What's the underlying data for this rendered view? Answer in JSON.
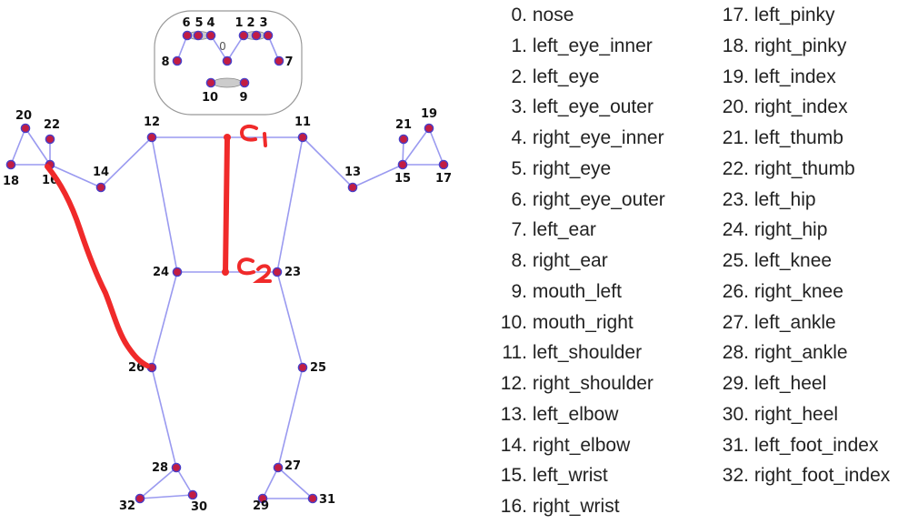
{
  "landmark_count": 33,
  "colors": {
    "skeleton_line": "#9a9af0",
    "landmark_fill": "#c21d43",
    "landmark_stroke": "#4a3fc7",
    "annotation": "#f02a2a",
    "face_panel_stroke": "#999999",
    "mouth_eye_fill": "#cccccc"
  },
  "landmarks": [
    {
      "id": 0,
      "name": "nose",
      "label": "0"
    },
    {
      "id": 1,
      "name": "left_eye_inner",
      "label": "1"
    },
    {
      "id": 2,
      "name": "left_eye",
      "label": "2"
    },
    {
      "id": 3,
      "name": "left_eye_outer",
      "label": "3"
    },
    {
      "id": 4,
      "name": "right_eye_inner",
      "label": "4"
    },
    {
      "id": 5,
      "name": "right_eye",
      "label": "5"
    },
    {
      "id": 6,
      "name": "right_eye_outer",
      "label": "6"
    },
    {
      "id": 7,
      "name": "left_ear",
      "label": "7"
    },
    {
      "id": 8,
      "name": "right_ear",
      "label": "8"
    },
    {
      "id": 9,
      "name": "mouth_left",
      "label": "9"
    },
    {
      "id": 10,
      "name": "mouth_right",
      "label": "10"
    },
    {
      "id": 11,
      "name": "left_shoulder",
      "label": "11"
    },
    {
      "id": 12,
      "name": "right_shoulder",
      "label": "12"
    },
    {
      "id": 13,
      "name": "left_elbow",
      "label": "13"
    },
    {
      "id": 14,
      "name": "right_elbow",
      "label": "14"
    },
    {
      "id": 15,
      "name": "left_wrist",
      "label": "15"
    },
    {
      "id": 16,
      "name": "right_wrist",
      "label": "16"
    },
    {
      "id": 17,
      "name": "left_pinky",
      "label": "17"
    },
    {
      "id": 18,
      "name": "right_pinky",
      "label": "18"
    },
    {
      "id": 19,
      "name": "left_index",
      "label": "19"
    },
    {
      "id": 20,
      "name": "right_index",
      "label": "20"
    },
    {
      "id": 21,
      "name": "left_thumb",
      "label": "21"
    },
    {
      "id": 22,
      "name": "right_thumb",
      "label": "22"
    },
    {
      "id": 23,
      "name": "left_hip",
      "label": "23"
    },
    {
      "id": 24,
      "name": "right_hip",
      "label": "24"
    },
    {
      "id": 25,
      "name": "left_knee",
      "label": "25"
    },
    {
      "id": 26,
      "name": "right_knee",
      "label": "26"
    },
    {
      "id": 27,
      "name": "left_ankle",
      "label": "27"
    },
    {
      "id": 28,
      "name": "right_ankle",
      "label": "28"
    },
    {
      "id": 29,
      "name": "left_heel",
      "label": "29"
    },
    {
      "id": 30,
      "name": "right_heel",
      "label": "30"
    },
    {
      "id": 31,
      "name": "left_foot_index",
      "label": "31"
    },
    {
      "id": 32,
      "name": "right_foot_index",
      "label": "32"
    }
  ],
  "connections": [
    [
      11,
      12
    ],
    [
      11,
      13
    ],
    [
      13,
      15
    ],
    [
      15,
      17
    ],
    [
      15,
      19
    ],
    [
      15,
      21
    ],
    [
      17,
      19
    ],
    [
      12,
      14
    ],
    [
      14,
      16
    ],
    [
      16,
      18
    ],
    [
      16,
      20
    ],
    [
      16,
      22
    ],
    [
      18,
      20
    ],
    [
      11,
      23
    ],
    [
      12,
      24
    ],
    [
      23,
      24
    ],
    [
      23,
      25
    ],
    [
      25,
      27
    ],
    [
      27,
      29
    ],
    [
      27,
      31
    ],
    [
      29,
      31
    ],
    [
      24,
      26
    ],
    [
      26,
      28
    ],
    [
      28,
      30
    ],
    [
      28,
      32
    ],
    [
      30,
      32
    ],
    [
      0,
      4
    ],
    [
      4,
      5
    ],
    [
      5,
      6
    ],
    [
      6,
      8
    ],
    [
      0,
      1
    ],
    [
      1,
      2
    ],
    [
      2,
      3
    ],
    [
      3,
      7
    ],
    [
      9,
      10
    ]
  ],
  "annotations": {
    "c1_label": "C1",
    "c2_label": "C2"
  },
  "legend": {
    "column_1": [
      {
        "num": "0.",
        "name": "nose"
      },
      {
        "num": "1.",
        "name": "left_eye_inner"
      },
      {
        "num": "2.",
        "name": "left_eye"
      },
      {
        "num": "3.",
        "name": "left_eye_outer"
      },
      {
        "num": "4.",
        "name": "right_eye_inner"
      },
      {
        "num": "5.",
        "name": "right_eye"
      },
      {
        "num": "6.",
        "name": "right_eye_outer"
      },
      {
        "num": "7.",
        "name": "left_ear"
      },
      {
        "num": "8.",
        "name": "right_ear"
      },
      {
        "num": "9.",
        "name": "mouth_left"
      },
      {
        "num": "10.",
        "name": "mouth_right"
      },
      {
        "num": "11.",
        "name": "left_shoulder"
      },
      {
        "num": "12.",
        "name": "right_shoulder"
      },
      {
        "num": "13.",
        "name": "left_elbow"
      },
      {
        "num": "14.",
        "name": "right_elbow"
      },
      {
        "num": "15.",
        "name": "left_wrist"
      },
      {
        "num": "16.",
        "name": "right_wrist"
      }
    ],
    "column_2": [
      {
        "num": "17.",
        "name": "left_pinky"
      },
      {
        "num": "18.",
        "name": "right_pinky"
      },
      {
        "num": "19.",
        "name": "left_index"
      },
      {
        "num": "20.",
        "name": "right_index"
      },
      {
        "num": "21.",
        "name": "left_thumb"
      },
      {
        "num": "22.",
        "name": "right_thumb"
      },
      {
        "num": "23.",
        "name": "left_hip"
      },
      {
        "num": "24.",
        "name": "right_hip"
      },
      {
        "num": "25.",
        "name": "left_knee"
      },
      {
        "num": "26.",
        "name": "right_knee"
      },
      {
        "num": "27.",
        "name": "left_ankle"
      },
      {
        "num": "28.",
        "name": "right_ankle"
      },
      {
        "num": "29.",
        "name": "left_heel"
      },
      {
        "num": "30.",
        "name": "right_heel"
      },
      {
        "num": "31.",
        "name": "left_foot_index"
      },
      {
        "num": "32.",
        "name": "right_foot_index"
      }
    ]
  }
}
